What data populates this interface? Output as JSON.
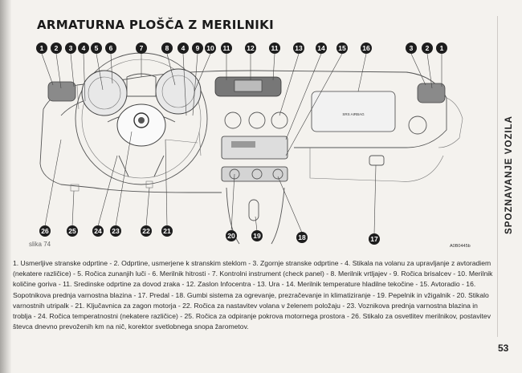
{
  "header": {
    "title": "ARMATURNA PLOŠČA Z MERILNIKI"
  },
  "side_tab": {
    "label": "SPOZNAVANJE VOZILA"
  },
  "figure": {
    "label": "slika 74",
    "image_code": "A0B0445b",
    "airbag_label": "SRS AIRBAG"
  },
  "callouts_top": [
    "1",
    "2",
    "3",
    "4",
    "5",
    "6",
    "7",
    "8",
    "4",
    "9",
    "10",
    "11",
    "12",
    "11",
    "13",
    "14",
    "15",
    "16",
    "3",
    "2",
    "1"
  ],
  "callouts_bottom": [
    "26",
    "25",
    "24",
    "23",
    "22",
    "21",
    "20",
    "19",
    "18",
    "17"
  ],
  "caption": "1. Usmerljive stranske odprtine - 2. Odprtine, usmerjene k stranskim steklom - 3. Zgornje stranske odprtine - 4. Stikala na volanu za upravljanje z avtoradiem (nekatere različice) - 5. Ročica zunanjih luči - 6. Merilnik hitrosti - 7. Kontrolni instrument (check panel) - 8. Merilnik vrtljajev - 9. Ročica brisalcev - 10. Merilnik količine goriva - 11. Sredinske odprtine za dovod zraka - 12. Zaslon Infocentra - 13. Ura - 14. Merilnik temperature hladilne tekočine - 15. Avtoradio - 16. Sopotnikova prednja varnostna blazina - 17. Predal - 18. Gumbi sistema za ogrevanje, prezračevanje in klimatiziranje - 19. Pepelnik in vžigalnik - 20. Stikalo varnostnih utripalk - 21. Ključavnica za zagon motorja - 22. Ročica za nastavitev volana v želenem položaju - 23. Voznikova prednja varnostna blazina in troblja - 24. Ročica temperatnostni (nekatere različice) - 25. Ročica za odpiranje pokrova motornega prostora - 26. Stikalo za osvetlitev merilnikov, postavitev števca dnevno prevoženih km na nič, korektor svetlobnega snopa žarometov.",
  "page": {
    "number": "53"
  }
}
